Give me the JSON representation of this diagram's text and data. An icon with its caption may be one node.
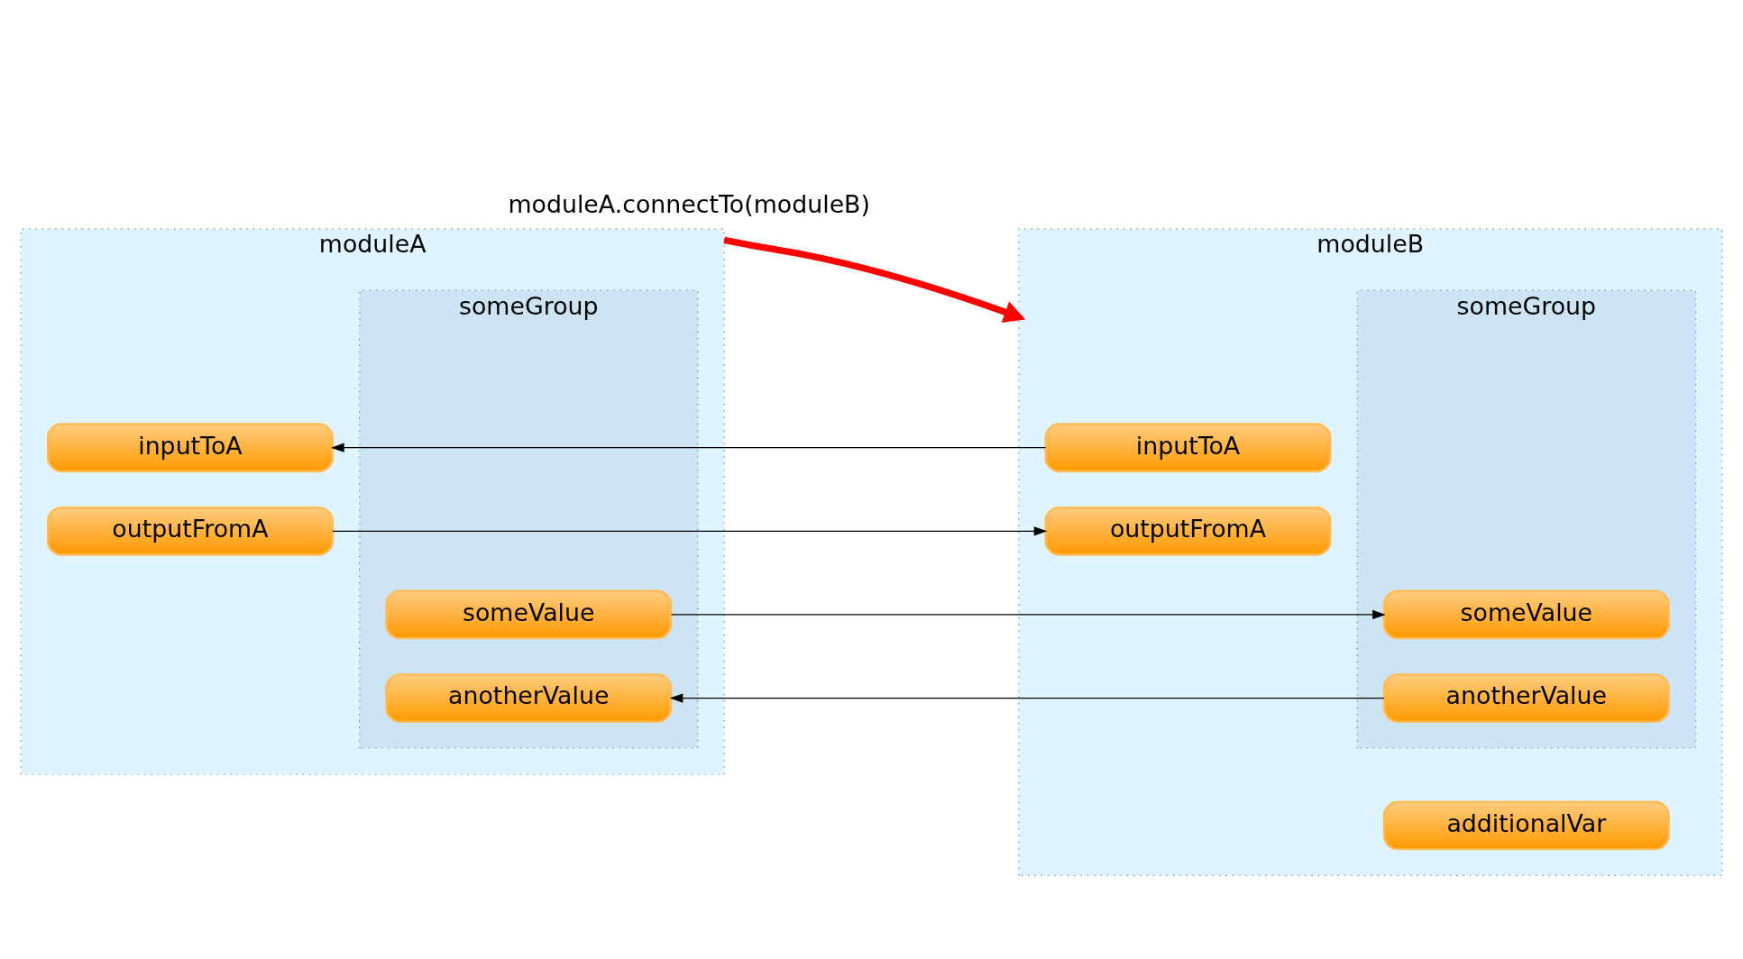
{
  "diagram": {
    "nodes": [
      {
        "text": [
          "moduleA"
        ]
      },
      {
        "text": [
          "inputToA"
        ],
        "in": 0
      },
      {
        "text": [
          "outputFromA"
        ],
        "in": 0
      },
      {
        "text": [
          "someGroup"
        ],
        "in": 0
      },
      {
        "text": [
          "someValue"
        ],
        "in": 3
      },
      {
        "text": [
          "anotherValue"
        ],
        "in": 3
      },
      {
        "text": [
          "moduleB"
        ]
      },
      {
        "text": [
          "inputToA"
        ],
        "in": 6
      },
      {
        "text": [
          "outputFromA"
        ],
        "in": 6
      },
      {
        "text": [
          "someGroup"
        ],
        "in": 6
      },
      {
        "text": [
          "someValue"
        ],
        "in": 9
      },
      {
        "text": [
          "anotherValue"
        ],
        "in": 9
      },
      {
        "text": [
          "additionalVar"
        ],
        "in": 6
      }
    ],
    "edges": [
      {
        "from": 0,
        "to": 6,
        "arrow": "to",
        "label": "moduleA.connectTo(moduleB)",
        "style": "thick",
        "color": "#ff0000"
      },
      {
        "from": 7,
        "to": 1,
        "arrow": "to"
      },
      {
        "from": 2,
        "to": 8,
        "arrow": "to"
      },
      {
        "from": 4,
        "to": 10,
        "arrow": "to"
      },
      {
        "from": 11,
        "to": 5,
        "arrow": "to"
      }
    ]
  }
}
